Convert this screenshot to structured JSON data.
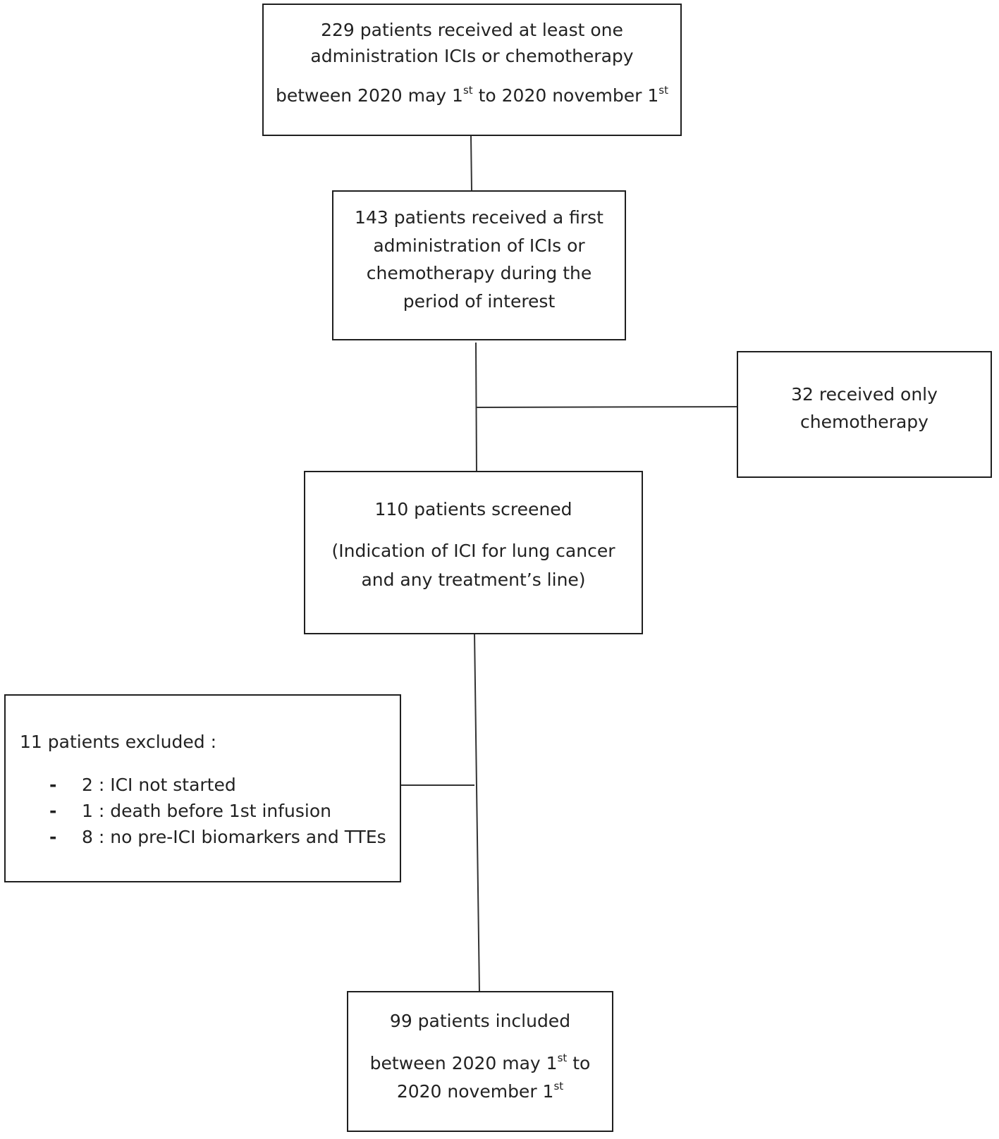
{
  "box1": {
    "line1": "229 patients received at least one",
    "line2": "administration ICIs or chemotherapy",
    "line3_a": "between 2020 may 1",
    "line3_sup1": "st",
    "line3_b": " to 2020 november 1",
    "line3_sup2": "st"
  },
  "box2": {
    "line1": "143 patients received a first",
    "line2": "administration of ICIs or",
    "line3": "chemotherapy during the",
    "line4": "period of interest"
  },
  "side_box": {
    "line1": "32 received only",
    "line2": "chemotherapy"
  },
  "box3": {
    "line1": "110 patients screened",
    "line2": "(Indication of ICI for lung cancer",
    "line3": "and any treatment’s line)"
  },
  "exclusion_box": {
    "title": "11 patients excluded :",
    "items": [
      "2 : ICI not started",
      "1 : death before 1st infusion",
      "8 : no pre-ICI biomarkers and TTEs"
    ]
  },
  "box4": {
    "line1": "99 patients included",
    "line2_a": "between 2020 may 1",
    "line2_sup": "st",
    "line2_b": " to",
    "line3_a": "2020 november 1",
    "line3_sup": "st"
  }
}
